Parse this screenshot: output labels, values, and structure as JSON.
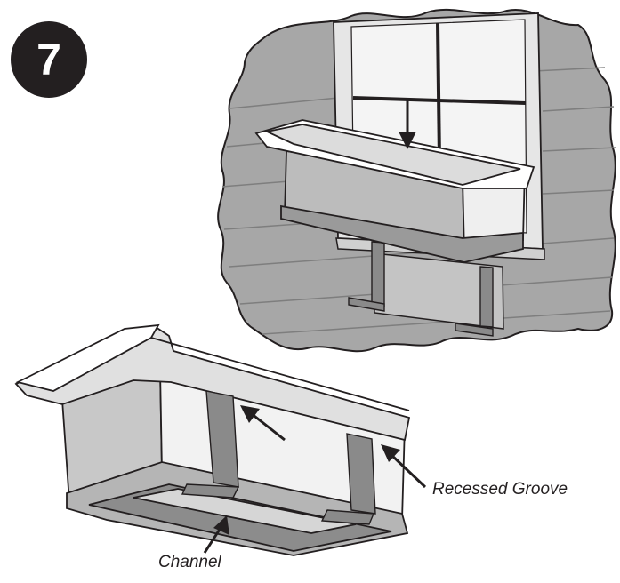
{
  "step": {
    "number": "7"
  },
  "callouts": {
    "recessed_groove": "Recessed Groove",
    "channel": "Channel"
  },
  "illustration": {
    "top_view": "planter box lowered onto wall-mounted brackets below a window",
    "bottom_view": "underside of planter box showing channel and brackets"
  },
  "colors": {
    "ink": "#231f20",
    "wall": "#a7a7a7",
    "box_face": "#bcbcbc",
    "highlight": "#ffffff"
  },
  "icons": [
    "down-arrow-icon",
    "pointer-arrow-icon"
  ]
}
